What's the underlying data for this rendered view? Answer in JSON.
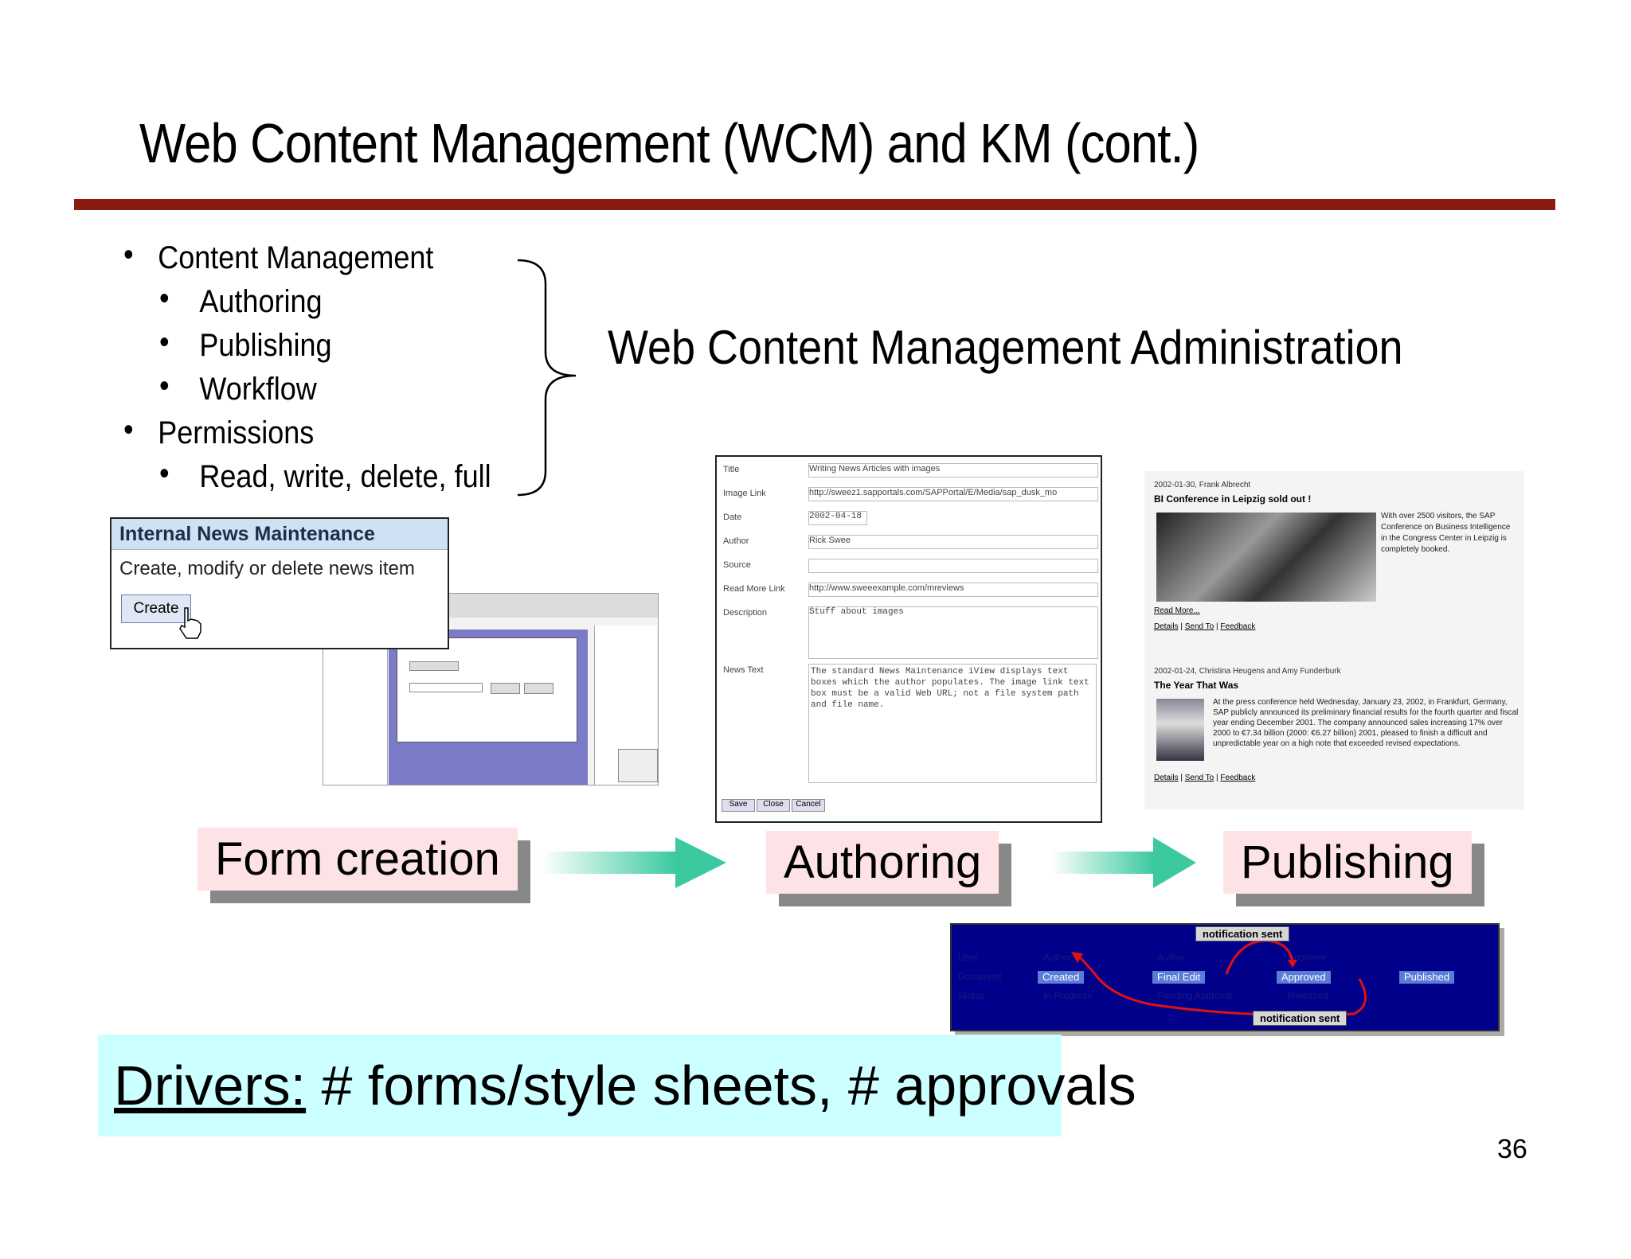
{
  "slide": {
    "title": "Web Content Management (WCM) and KM (cont.)",
    "page_number": "36"
  },
  "bullets": [
    {
      "level": 1,
      "text": "Content Management"
    },
    {
      "level": 2,
      "text": "Authoring"
    },
    {
      "level": 2,
      "text": "Publishing"
    },
    {
      "level": 2,
      "text": "Workflow"
    },
    {
      "level": 1,
      "text": "Permissions"
    },
    {
      "level": 2,
      "text": "Read, write, delete, full"
    }
  ],
  "brace_label": "Web Content Management Administration",
  "news_panel": {
    "header": "Internal News Maintenance",
    "text": "Create, modify or delete news item",
    "button": "Create"
  },
  "stages": {
    "form": "Form creation",
    "authoring": "Authoring",
    "publishing": "Publishing"
  },
  "authoring_form": {
    "fields": [
      {
        "label": "Title",
        "value": "Writing News Articles with images"
      },
      {
        "label": "Image Link",
        "value": "http://sweez1.sapportals.com/SAPPortal/E/Media/sap_dusk_mo"
      },
      {
        "label": "Date",
        "value": "2002-04-18"
      },
      {
        "label": "Author",
        "value": "Rick Swee"
      },
      {
        "label": "Source",
        "value": ""
      },
      {
        "label": "Read More Link",
        "value": "http://www.sweeexample.com/mreviews"
      },
      {
        "label": "Description",
        "value": "Stuff about images"
      },
      {
        "label": "News Text",
        "value": "The standard News Maintenance iView displays text boxes which the author populates. The image link text box must be a valid Web URL; not a file system path and file name."
      }
    ],
    "buttons": [
      "Save",
      "Close",
      "Cancel"
    ]
  },
  "publishing_view": {
    "items": [
      {
        "meta": "2002-01-30, Frank Albrecht",
        "headline": "BI Conference in Leipzig sold out !",
        "body": "With over 2500 visitors, the SAP Conference on Business Intelligence in the Congress Center in Leipzig is completely booked.",
        "read_more": "Read More...",
        "links": [
          "Details",
          "Send To",
          "Feedback"
        ]
      },
      {
        "meta": "2002-01-24, Christina Heugens and Amy Funderburk",
        "headline": "The Year That Was",
        "body": "At the press conference held Wednesday, January 23, 2002, in Frankfurt, Germany, SAP publicly announced its preliminary financial results for the fourth quarter and fiscal year ending December 2001. The company announced sales increasing 17% over 2000 to €7.34 billion (2000: €6.27 billion) 2001, pleased to finish a difficult and unpredictable year on a high note that exceeded revised expectations.",
        "links": [
          "Details",
          "Send To",
          "Feedback"
        ]
      }
    ]
  },
  "workflow": {
    "row_labels": [
      "User",
      "Document",
      "Status"
    ],
    "users": [
      "Author",
      "Author",
      "Approver"
    ],
    "documents": [
      "Created",
      "Final Edit",
      "Approved",
      "Published"
    ],
    "statuses": [
      "In Progress",
      "Pending Approval",
      "Released"
    ],
    "notes": [
      "notification sent",
      "notification sent"
    ]
  },
  "drivers": {
    "label": "Drivers:",
    "text": " # forms/style sheets, # approvals"
  }
}
